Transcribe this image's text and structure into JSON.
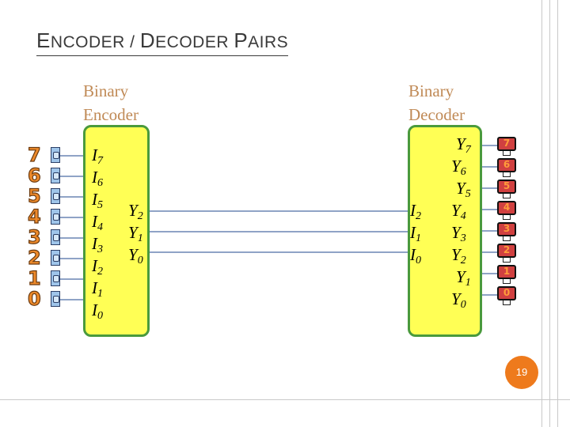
{
  "title": {
    "part1_cap": "E",
    "part1_rest": "NCODER / ",
    "part2_cap": "D",
    "part2_rest": "ECODER ",
    "part3_cap": "P",
    "part3_rest": "AIRS"
  },
  "encoder": {
    "label_line1": "Binary",
    "label_line2": "Encoder",
    "inputs": [
      {
        "base": "I",
        "sub": "7"
      },
      {
        "base": "I",
        "sub": "6"
      },
      {
        "base": "I",
        "sub": "5"
      },
      {
        "base": "I",
        "sub": "4"
      },
      {
        "base": "I",
        "sub": "3"
      },
      {
        "base": "I",
        "sub": "2"
      },
      {
        "base": "I",
        "sub": "1"
      },
      {
        "base": "I",
        "sub": "0"
      }
    ],
    "outputs": [
      {
        "base": "Y",
        "sub": "2"
      },
      {
        "base": "Y",
        "sub": "1"
      },
      {
        "base": "Y",
        "sub": "0"
      }
    ]
  },
  "decoder": {
    "label_line1": "Binary",
    "label_line2": "Decoder",
    "inputs": [
      {
        "base": "I",
        "sub": "2"
      },
      {
        "base": "I",
        "sub": "1"
      },
      {
        "base": "I",
        "sub": "0"
      }
    ],
    "outputs": [
      {
        "base": "Y",
        "sub": "7"
      },
      {
        "base": "Y",
        "sub": "6"
      },
      {
        "base": "Y",
        "sub": "5"
      },
      {
        "base": "Y",
        "sub": "4"
      },
      {
        "base": "Y",
        "sub": "3"
      },
      {
        "base": "Y",
        "sub": "2"
      },
      {
        "base": "Y",
        "sub": "1"
      },
      {
        "base": "Y",
        "sub": "0"
      }
    ]
  },
  "input_digits": [
    "7",
    "6",
    "5",
    "4",
    "3",
    "2",
    "1",
    "0"
  ],
  "led_digits": [
    "7",
    "6",
    "5",
    "4",
    "3",
    "2",
    "1",
    "0"
  ],
  "page_number": "19",
  "colors": {
    "block_fill": "#ffff55",
    "block_border": "#4a9a3c",
    "label": "#c08a56",
    "wire": "#8fa3c6",
    "digit": "#ee8a2a",
    "led": "#d04040",
    "page_badge": "#ee7a1c"
  },
  "icons": {
    "input_switch": "toggle-switch-icon",
    "output_led": "seven-segment-led-icon"
  }
}
